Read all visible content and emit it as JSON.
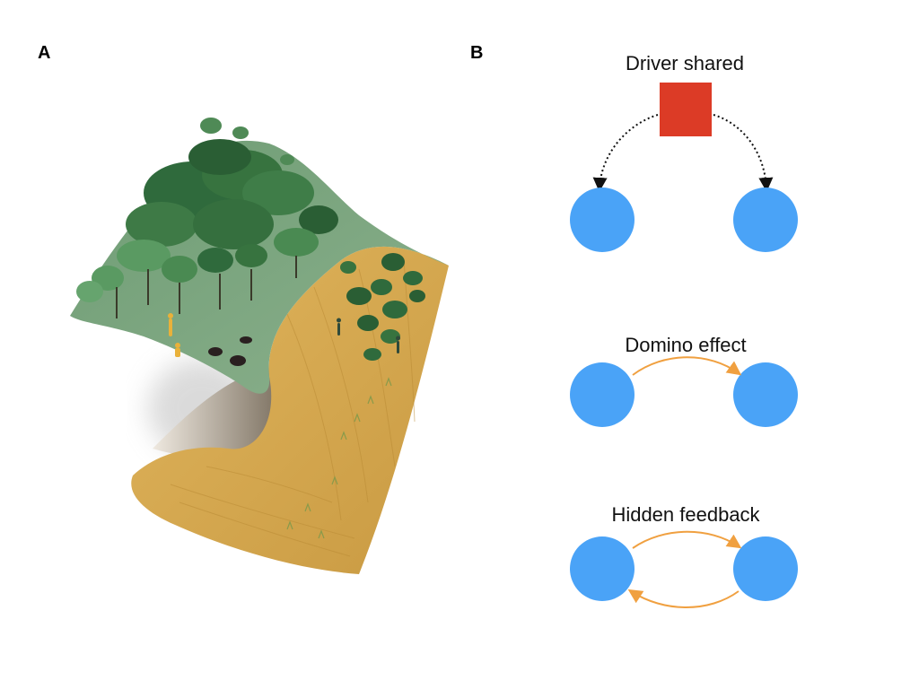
{
  "panels": {
    "a": {
      "label": "A"
    },
    "b": {
      "label": "B"
    }
  },
  "diagrams": [
    {
      "id": "driver-shared",
      "title": "Driver shared"
    },
    {
      "id": "domino-effect",
      "title": "Domino effect"
    },
    {
      "id": "hidden-feedback",
      "title": "Hidden feedback"
    }
  ],
  "colors": {
    "node": "#4aa3f7",
    "driver": "#dc3b26",
    "arrow": "#f0a040",
    "dotted_arrow": "#111111",
    "forest_dark": "#2f6a3c",
    "forest_mid": "#4f8a56",
    "forest_ground": "#7ea884",
    "savanna": "#d9ac55",
    "savanna_dark": "#b98a34",
    "shadow": "#7c6f5f",
    "person": "#e9b13a"
  },
  "illustration": {
    "subject": "folded landscape transitioning from forest to savanna"
  }
}
